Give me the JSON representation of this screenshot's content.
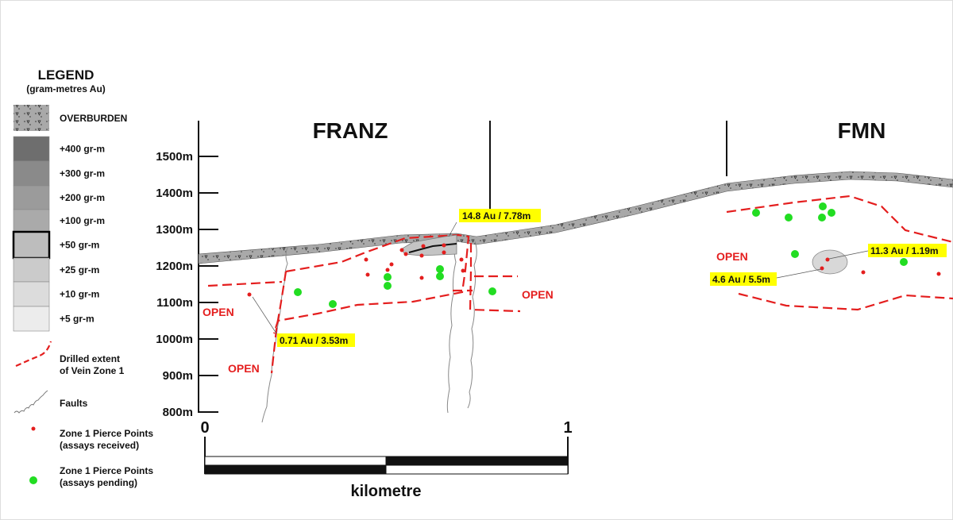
{
  "legend": {
    "title": "LEGEND",
    "subtitle": "(gram-metres Au)",
    "overburden": "OVERBURDEN",
    "grades": [
      {
        "label": "+400 gr-m",
        "color": "#6e6e6e"
      },
      {
        "label": "+300 gr-m",
        "color": "#8a8a8a"
      },
      {
        "label": "+200 gr-m",
        "color": "#9b9b9b"
      },
      {
        "label": "+100 gr-m",
        "color": "#aaaaaa"
      },
      {
        "label": "+50 gr-m",
        "color": "#bdbdbd"
      },
      {
        "label": "+25 gr-m",
        "color": "#cbcbcb"
      },
      {
        "label": "+10 gr-m",
        "color": "#dcdcdc"
      },
      {
        "label": "+5 gr-m",
        "color": "#ececec"
      }
    ],
    "drilled_1": "Drilled extent",
    "drilled_2": "of Vein Zone 1",
    "faults": "Faults",
    "pierce_recv_1": "Zone 1 Pierce Points",
    "pierce_recv_2": "(assays received)",
    "pierce_pend_1": "Zone 1 Pierce Points",
    "pierce_pend_2": "(assays pending)"
  },
  "section": {
    "franz": "FRANZ",
    "fmn": "FMN",
    "elevations": [
      "1500m",
      "1400m",
      "1300m",
      "1200m",
      "1100m",
      "1000m",
      "900m",
      "800m"
    ],
    "open": [
      "OPEN",
      "OPEN",
      "OPEN",
      "OPEN"
    ],
    "assays": [
      "14.8 Au / 7.78m",
      "0.71 Au / 3.53m",
      "11.3 Au / 1.19m",
      "4.6 Au / 5.5m"
    ]
  },
  "scale": {
    "zero": "0",
    "one": "1",
    "unit": "kilometre"
  },
  "colors": {
    "red": "#e41e1e",
    "green": "#22dd22",
    "highlight": "#ffff00"
  }
}
